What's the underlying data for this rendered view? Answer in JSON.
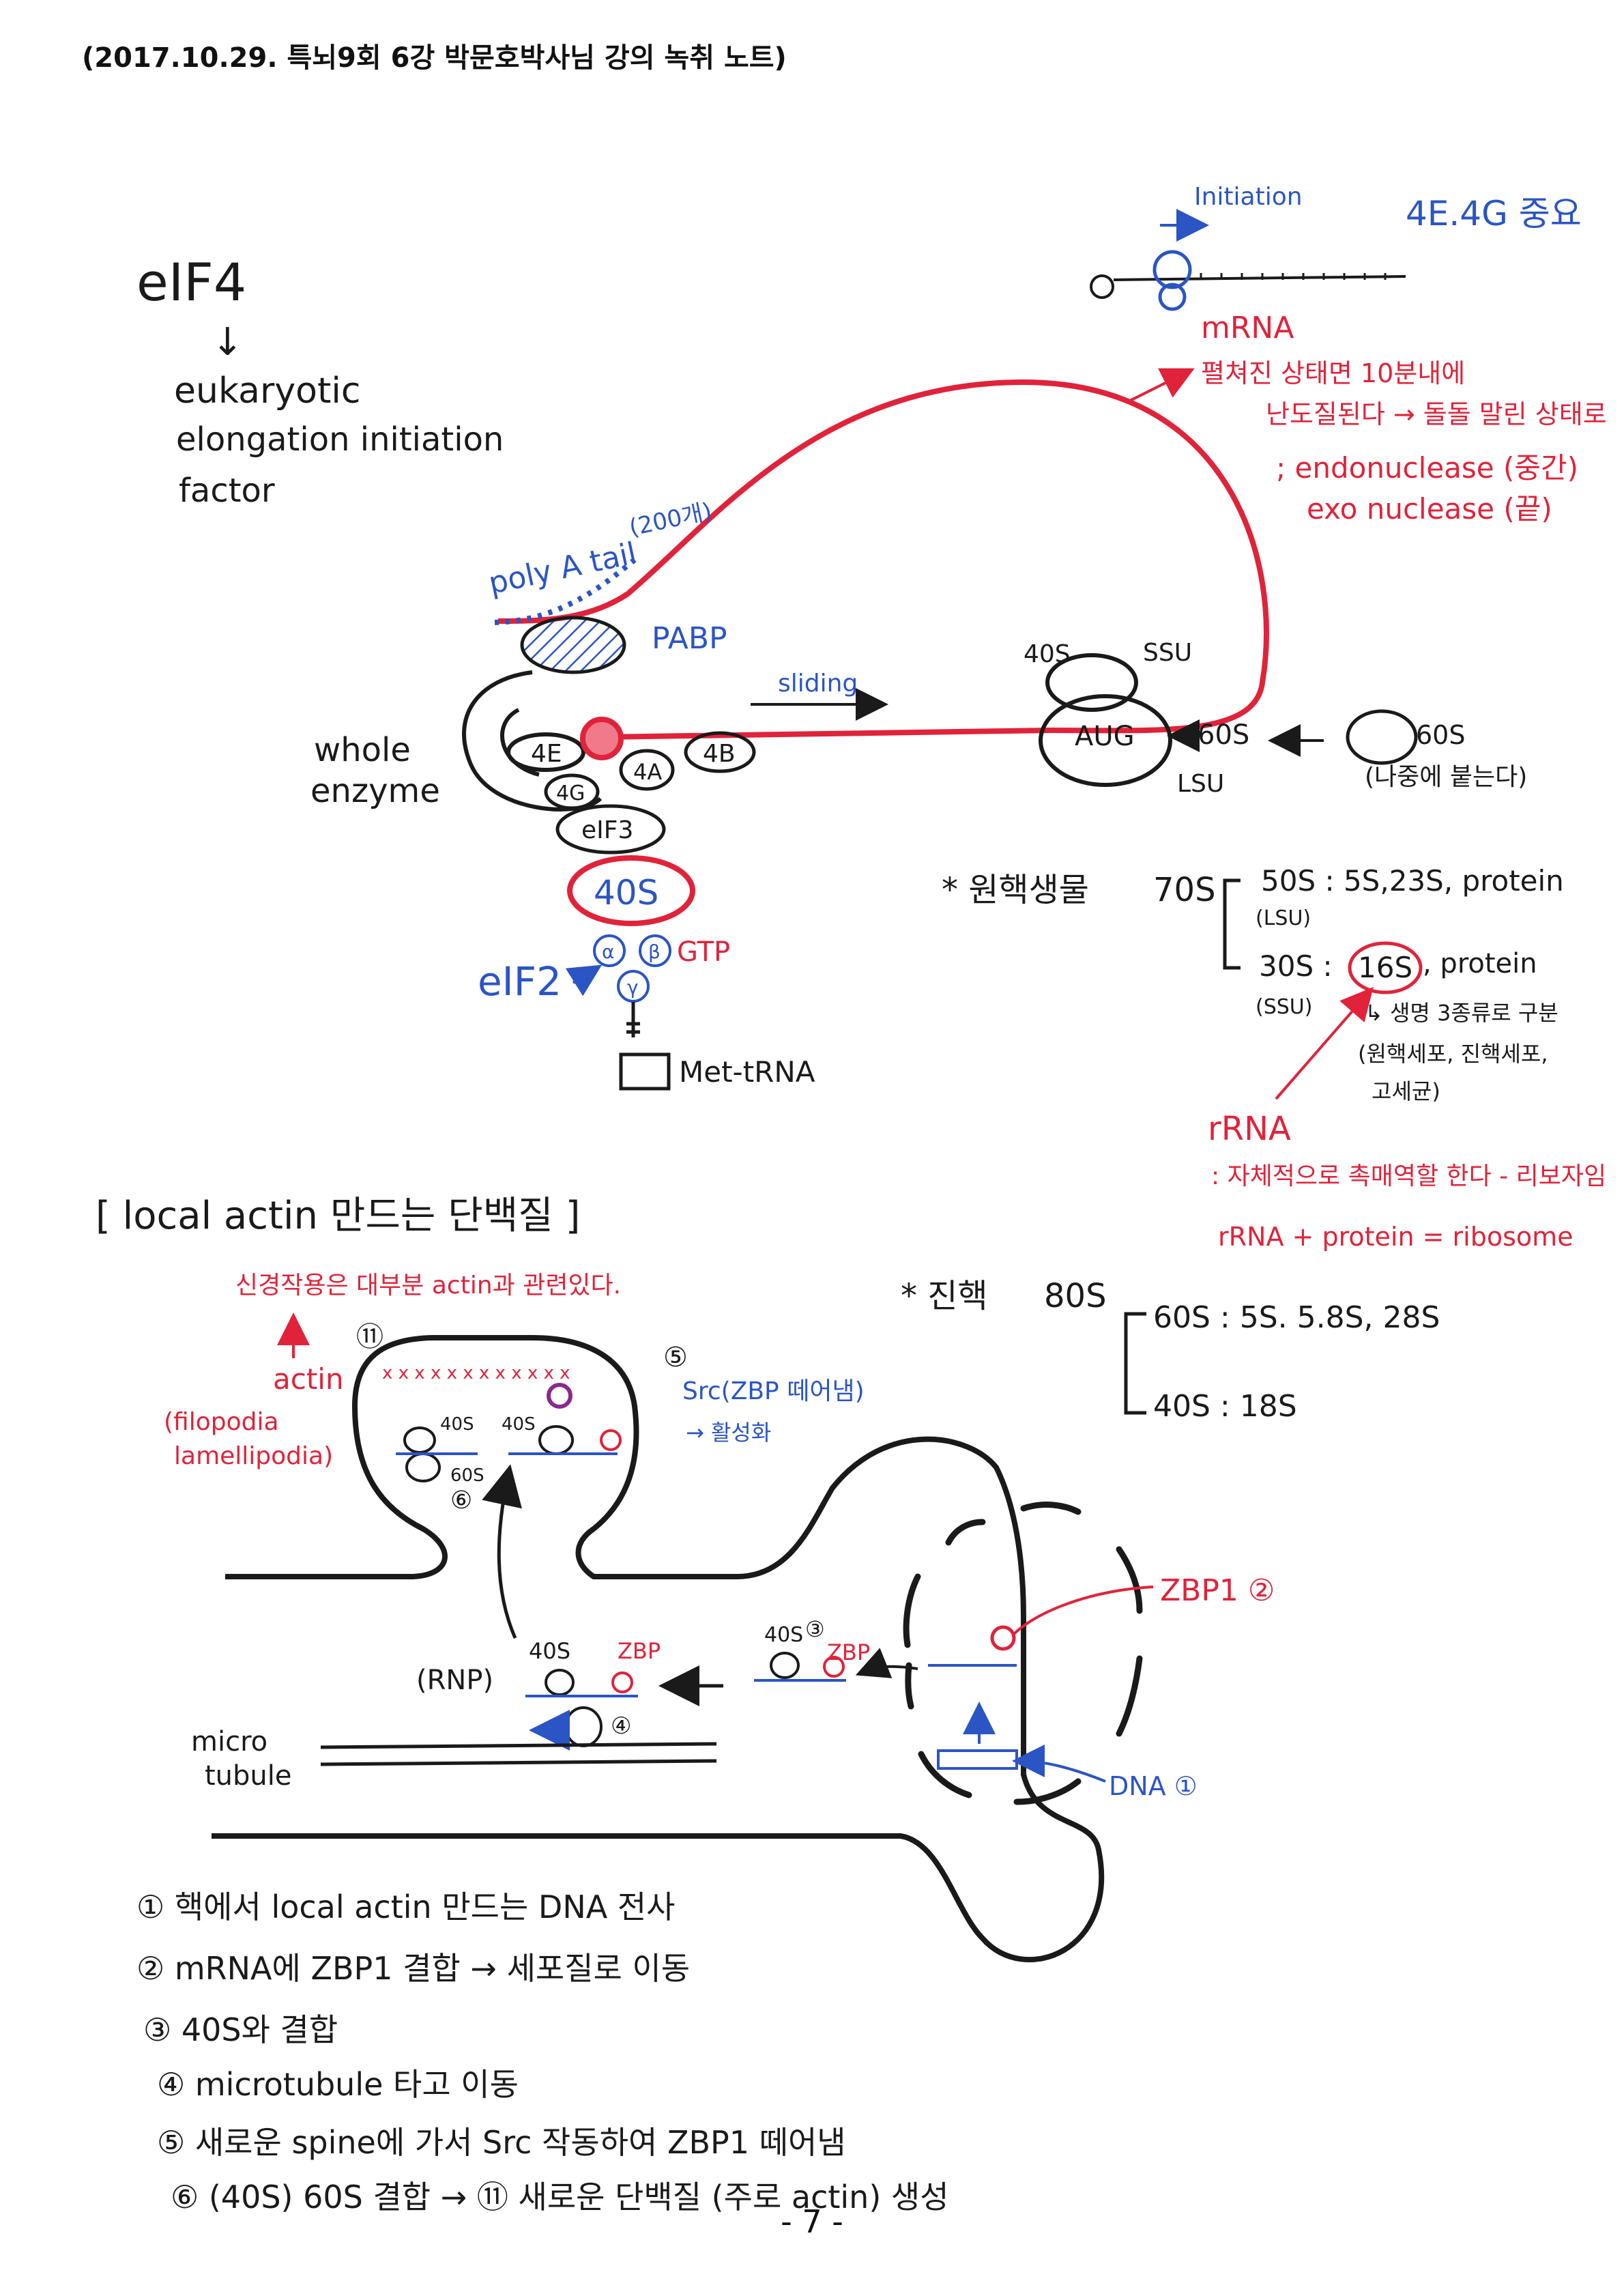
{
  "header": "(2017.10.29. 특뇌9회 6강 박문호박사님 강의 녹취 노트)",
  "page_number": "- 7 -",
  "colors": {
    "ink": "#1a1a1a",
    "blue": "#2b55c4",
    "red": "#e0233a"
  },
  "eif": {
    "title": "eIF4",
    "arrow": "↓",
    "line1": "eukaryotic",
    "line2": "elongation initiation",
    "line3": "factor"
  },
  "mrna_sketch": {
    "initiation": "Initiation",
    "note_4e4g": "4E.4G 중요",
    "mrna": "mRNA",
    "note1": "펼쳐진 상태면 10분내에",
    "note2": "난도질된다 → 돌돌 말린 상태로",
    "note3": "; endonuclease (중간)",
    "note4": "exo nuclease (끝)"
  },
  "complex": {
    "count_200": "(200개)",
    "poly_a_tail": "poly A tail",
    "pabp": "PABP",
    "whole": "whole",
    "enzyme": "enzyme",
    "f4e": "4E",
    "f4a": "4A",
    "f4b": "4B",
    "f4g": "4G",
    "eif3": "eIF3",
    "s40": "40S",
    "alpha": "α",
    "beta": "β",
    "gamma": "γ",
    "gtp": "GTP",
    "eif2": "eIF2",
    "met_trna": "Met-tRNA",
    "sliding": "sliding"
  },
  "ribosome": {
    "s40": "40S",
    "ssu": "SSU",
    "aug": "AUG",
    "s60": "60S",
    "lsu": "LSU",
    "free_60s": "60S",
    "later": "(나중에 붙는다)"
  },
  "prokaryote": {
    "label": "* 원핵생물",
    "s70": "70S",
    "s50": "50S : 5S,23S, protein",
    "lsu": "(LSU)",
    "s30": "30S :",
    "s16": "16S",
    "protein": ", protein",
    "ssu": "(SSU)",
    "note1": "↳ 생명 3종류로 구분",
    "note2": "(원핵세포, 진핵세포,",
    "note3": "고세균)",
    "rrna": "rRNA",
    "rrna_note": ": 자체적으로 촉매역할 한다 - 리보자임",
    "rrna_eq": "rRNA + protein = ribosome"
  },
  "eukaryote": {
    "label": "* 진핵",
    "s80": "80S",
    "s60": "60S : 5S. 5.8S, 28S",
    "s40": "40S : 18S"
  },
  "local_actin": {
    "title": "[ local actin 만드는 단백질 ]",
    "neural": "신경작용은 대부분 actin과 관련있다.",
    "actin": "actin",
    "filopodia": "(filopodia",
    "lamellipodia": "lamellipodia)",
    "src": "Src(ZBP 떼어냄)",
    "activate": "→ 활성화",
    "n11": "⑪",
    "n5": "⑤",
    "n6": "⑥",
    "s40a": "40S",
    "s40b": "40S",
    "s60": "60S",
    "rnp": "(RNP)",
    "s40c": "40S",
    "zbp_a": "ZBP",
    "n4": "④",
    "s40d": "40S",
    "n3": "③",
    "zbp_b": "ZBP",
    "zbp1": "ZBP1 ②",
    "dna": "DNA ①",
    "micro": "micro",
    "tubule": "tubule"
  },
  "steps": [
    "① 핵에서 local actin 만드는 DNA 전사",
    "② mRNA에 ZBP1 결합 → 세포질로 이동",
    "③ 40S와 결합",
    "④ microtubule 타고 이동",
    "⑤ 새로운 spine에 가서 Src 작동하여 ZBP1 떼어냄",
    "⑥ (40S) 60S 결합 → ⑪ 새로운 단백질 (주로 actin) 생성"
  ]
}
